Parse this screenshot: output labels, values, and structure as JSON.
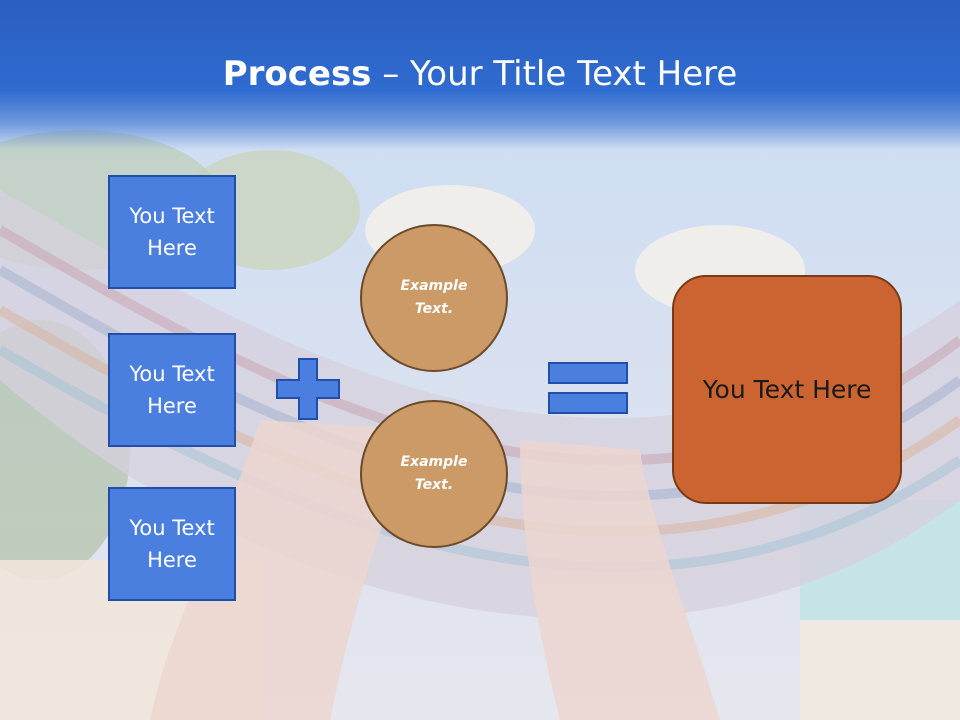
{
  "title": {
    "bold": "Process",
    "rest": " – Your Title Text Here"
  },
  "left_boxes": [
    {
      "line1": "You Text",
      "line2": "Here"
    },
    {
      "line1": "You Text",
      "line2": "Here"
    },
    {
      "line1": "You Text",
      "line2": "Here"
    }
  ],
  "circles": [
    {
      "line1": "Example",
      "line2": "Text."
    },
    {
      "line1": "Example",
      "line2": "Text."
    }
  ],
  "result": {
    "label": "You Text Here"
  },
  "colors": {
    "header": "#2f6bd0",
    "box_fill": "#4a7fe0",
    "circle_fill": "#cc9a66",
    "result_fill": "#cc6431"
  },
  "icons": {
    "plus": "plus-icon",
    "equals": "equals-icon"
  }
}
